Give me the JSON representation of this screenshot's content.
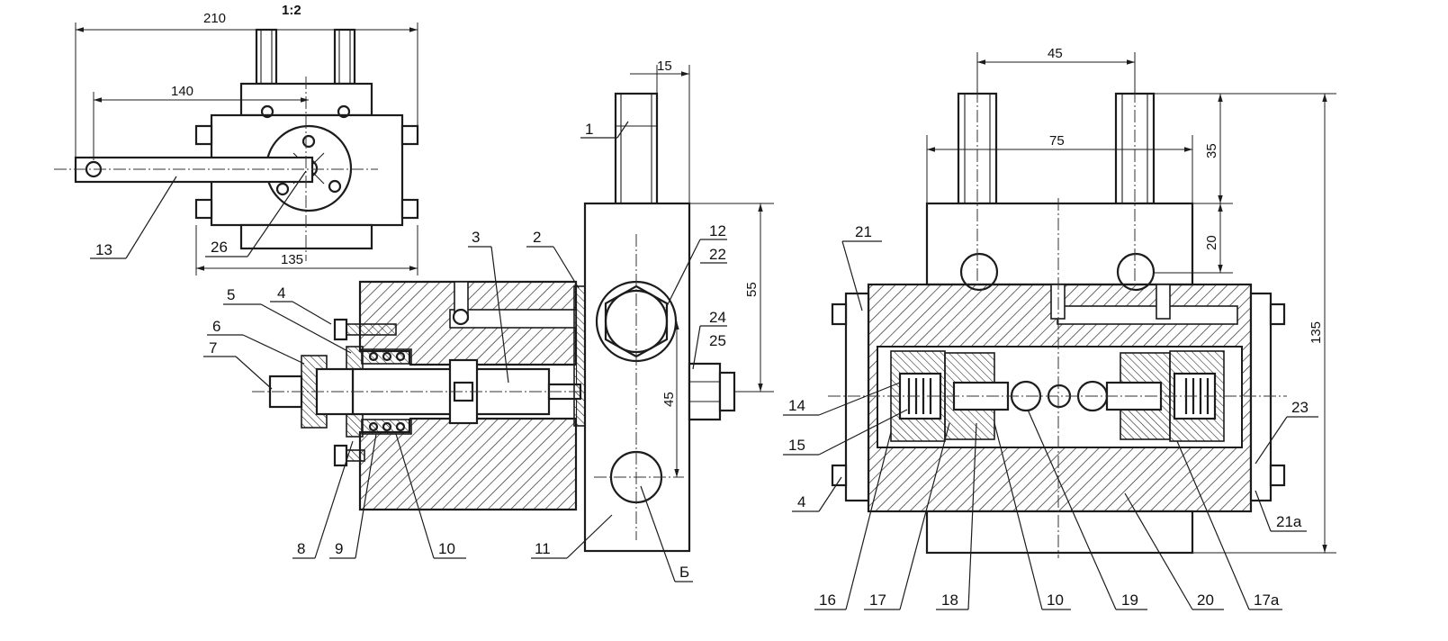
{
  "scale": "1:2",
  "dimensions": {
    "top_view_width": "210",
    "handle_length": "140",
    "top_view_body": "135",
    "side_offset": "15",
    "side_height": "55",
    "side_port": "45",
    "section_studs": "45",
    "section_width": "75",
    "stud_height": "35",
    "block_top": "20",
    "total_height": "135"
  },
  "parts": {
    "p1": "1",
    "p2": "2",
    "p3": "3",
    "p4": "4",
    "p5": "5",
    "p6": "6",
    "p7": "7",
    "p8": "8",
    "p9": "9",
    "p10": "10",
    "p11": "11",
    "p12": "12",
    "p22": "22",
    "p24": "24",
    "p25": "25",
    "p13": "13",
    "p26": "26",
    "pB": "Б",
    "p21": "21",
    "p14": "14",
    "p15": "15",
    "p4b": "4",
    "p16": "16",
    "p17": "17",
    "p18": "18",
    "p10b": "10",
    "p19": "19",
    "p20": "20",
    "p17a": "17а",
    "p21a": "21а",
    "p23": "23"
  }
}
